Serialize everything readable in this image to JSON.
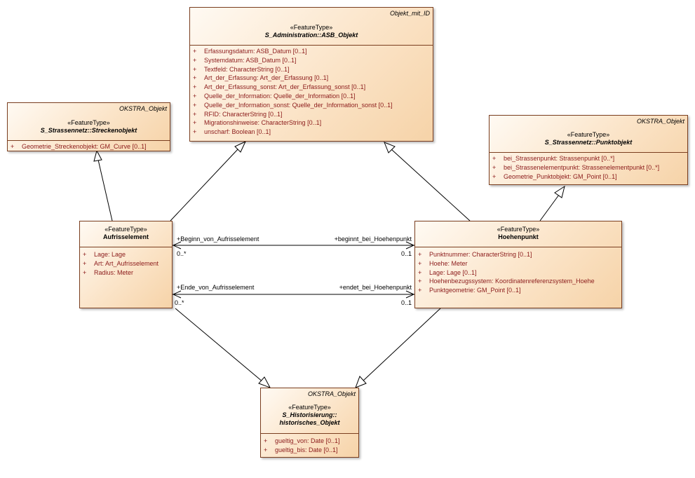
{
  "classes": {
    "asb_objekt": {
      "parent": "Objekt_mit_ID",
      "stereotype": "«FeatureType»",
      "name": "S_Administration::ASB_Objekt",
      "attributes": [
        {
          "vis": "+",
          "text": "Erfassungsdatum: ASB_Datum [0..1]"
        },
        {
          "vis": "+",
          "text": "Systemdatum: ASB_Datum [0..1]"
        },
        {
          "vis": "+",
          "text": "Textfeld: CharacterString [0..1]"
        },
        {
          "vis": "+",
          "text": "Art_der_Erfassung: Art_der_Erfassung [0..1]"
        },
        {
          "vis": "+",
          "text": "Art_der_Erfassung_sonst: Art_der_Erfassung_sonst [0..1]"
        },
        {
          "vis": "+",
          "text": "Quelle_der_Information: Quelle_der_Information [0..1]"
        },
        {
          "vis": "+",
          "text": "Quelle_der_Information_sonst: Quelle_der_Information_sonst [0..1]"
        },
        {
          "vis": "+",
          "text": "RFID: CharacterString [0..1]"
        },
        {
          "vis": "+",
          "text": "Migrationshinweise: CharacterString [0..1]"
        },
        {
          "vis": "+",
          "text": "unscharf: Boolean [0..1]"
        }
      ]
    },
    "streckenobjekt": {
      "parent": "OKSTRA_Objekt",
      "stereotype": "«FeatureType»",
      "name": "S_Strassennetz::Streckenobjekt",
      "attributes": [
        {
          "vis": "+",
          "text": "Geometrie_Streckenobjekt: GM_Curve [0..1]"
        }
      ]
    },
    "punktobjekt": {
      "parent": "OKSTRA_Objekt",
      "stereotype": "«FeatureType»",
      "name": "S_Strassennetz::Punktobjekt",
      "attributes": [
        {
          "vis": "+",
          "text": "bei_Strassenpunkt: Strassenpunkt [0..*]"
        },
        {
          "vis": "+",
          "text": "bei_Strassenelementpunkt: Strassenelementpunkt [0..*]"
        },
        {
          "vis": "+",
          "text": "Geometrie_Punktobjekt: GM_Point [0..1]"
        }
      ]
    },
    "aufrisselement": {
      "stereotype": "«FeatureType»",
      "name": "Aufrisselement",
      "attributes": [
        {
          "vis": "+",
          "text": "Lage: Lage"
        },
        {
          "vis": "+",
          "text": "Art: Art_Aufrisselement"
        },
        {
          "vis": "+",
          "text": "Radius: Meter"
        }
      ]
    },
    "hoehenpunkt": {
      "stereotype": "«FeatureType»",
      "name": "Hoehenpunkt",
      "attributes": [
        {
          "vis": "+",
          "text": "Punktnummer: CharacterString [0..1]"
        },
        {
          "vis": "+",
          "text": "Hoehe: Meter"
        },
        {
          "vis": "+",
          "text": "Lage: Lage [0..1]"
        },
        {
          "vis": "+",
          "text": "Hoehenbezugssystem: Koordinatenreferenzsystem_Hoehe"
        },
        {
          "vis": "+",
          "text": "Punktgeometrie: GM_Point [0..1]"
        }
      ]
    },
    "historisches_objekt": {
      "parent": "OKSTRA_Objekt",
      "stereotype": "«FeatureType»",
      "name_line1": "S_Historisierung::",
      "name_line2": "historisches_Objekt",
      "attributes": [
        {
          "vis": "+",
          "text": "gueltig_von: Date [0..1]"
        },
        {
          "vis": "+",
          "text": "gueltig_bis: Date [0..1]"
        }
      ]
    }
  },
  "associations": {
    "beginn": {
      "role_left": "+Beginn_von_Aufrisselement",
      "role_right": "+beginnt_bei_Hoehenpunkt",
      "mult_left": "0..*",
      "mult_right": "0..1"
    },
    "ende": {
      "role_left": "+Ende_von_Aufrisselement",
      "role_right": "+endet_bei_Hoehenpunkt",
      "mult_left": "0..*",
      "mult_right": "0..1"
    }
  },
  "colors": {
    "border": "#7a3e1f",
    "attribute_text": "#8b1a1a",
    "fill_light": "#fffaf3",
    "fill_dark": "#f6d3a8"
  }
}
